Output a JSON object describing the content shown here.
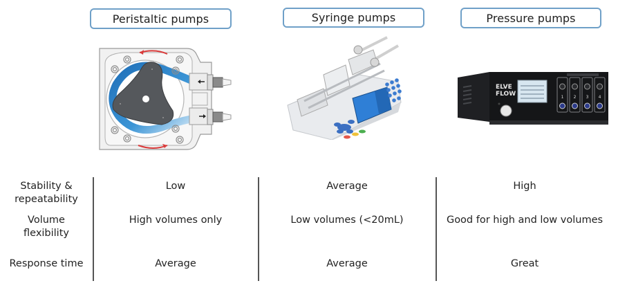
{
  "headers": [
    {
      "label": "Peristaltic pumps"
    },
    {
      "label": "Syringe pumps"
    },
    {
      "label": "Pressure pumps"
    }
  ],
  "images": [
    {
      "subject": "peristaltic-pump-diagram",
      "accent_color": "#2e86c8",
      "arrow_color": "#d93a3a"
    },
    {
      "subject": "syringe-pump-device",
      "screen_color": "#2f7fd6"
    },
    {
      "subject": "pressure-pump-controller",
      "brand_text_1": "ELVE",
      "brand_text_2": "FLOW",
      "channels": [
        "1",
        "2",
        "3",
        "4"
      ]
    }
  ],
  "table": {
    "rows": [
      {
        "label_line1": "Stability &",
        "label_line2": "repeatability",
        "values": [
          "Low",
          "Average",
          "High"
        ]
      },
      {
        "label_line1": "Volume",
        "label_line2": "flexibility",
        "values": [
          "High volumes only",
          "Low volumes (<20mL)",
          "Good for high and low volumes"
        ]
      },
      {
        "label_line1": "Response time",
        "label_line2": "",
        "values": [
          "Average",
          "Average",
          "Great"
        ]
      }
    ]
  },
  "colors": {
    "header_border": "#6fa0c8",
    "divider": "#555555",
    "text": "#222222"
  }
}
